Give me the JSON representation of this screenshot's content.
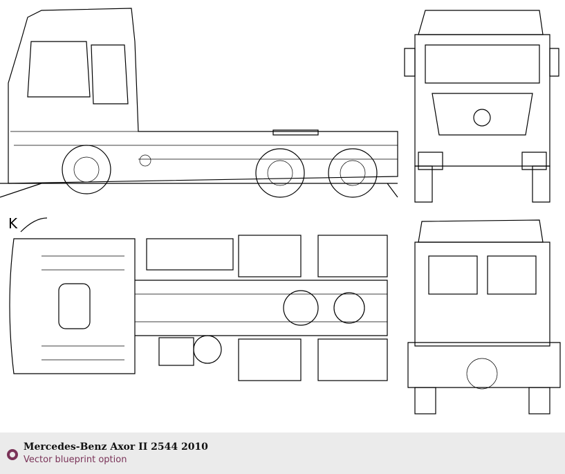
{
  "blueprint": {
    "view_label": "K",
    "title": "Mercedes-Benz Axor II 2544 2010",
    "subtitle": "Vector blueprint option",
    "accent_color": "#7a3358"
  }
}
